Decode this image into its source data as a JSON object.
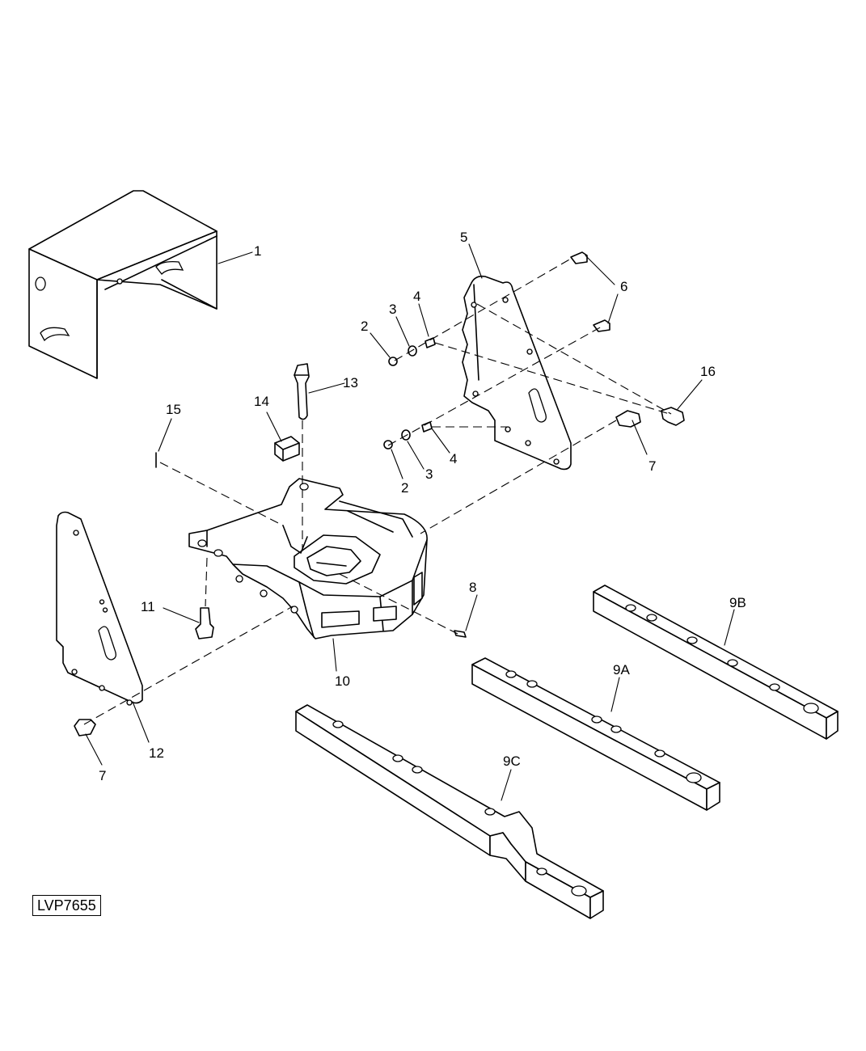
{
  "diagram": {
    "reference_code": "LVP7655",
    "callouts": {
      "c1": "1",
      "c2a": "2",
      "c2b": "2",
      "c3a": "3",
      "c3b": "3",
      "c4a": "4",
      "c4b": "4",
      "c5": "5",
      "c6": "6",
      "c7a": "7",
      "c7b": "7",
      "c8": "8",
      "c9a": "9A",
      "c9b": "9B",
      "c9c": "9C",
      "c10": "10",
      "c11": "11",
      "c12": "12",
      "c13": "13",
      "c14": "14",
      "c15": "15",
      "c16": "16"
    }
  }
}
